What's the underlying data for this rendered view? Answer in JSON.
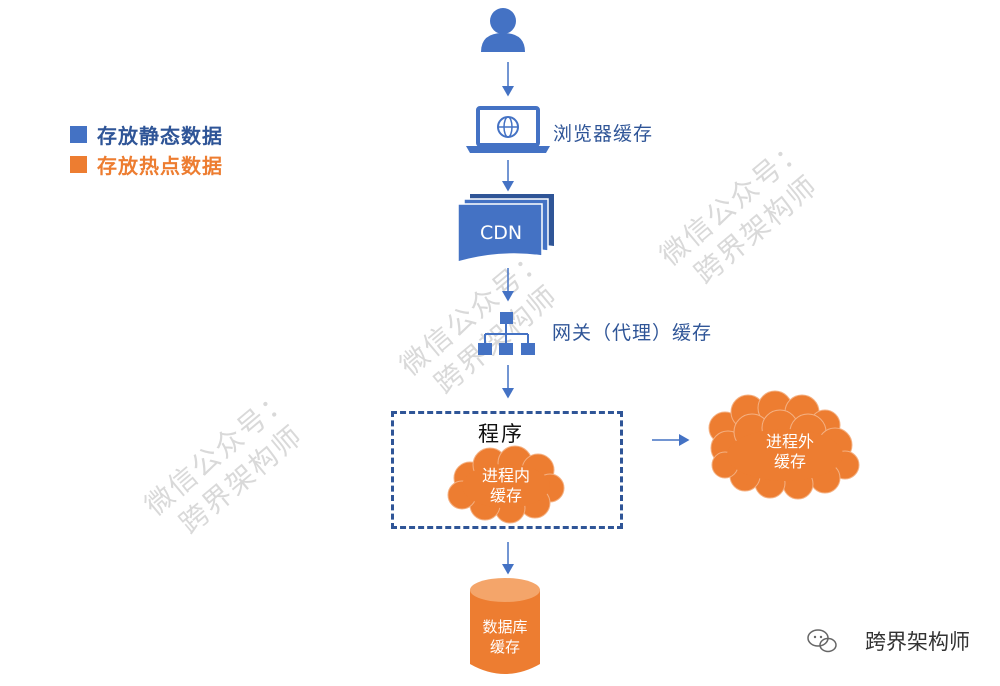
{
  "legend": {
    "static": {
      "label": "存放静态数据",
      "color": "#4472c4"
    },
    "hot": {
      "label": "存放热点数据",
      "color": "#ed7d31"
    }
  },
  "nodes": {
    "user": {
      "icon": "user-icon"
    },
    "browser": {
      "label": "浏览器缓存",
      "icon": "laptop-globe-icon"
    },
    "cdn": {
      "label": "CDN"
    },
    "gateway": {
      "label": "网关（代理）缓存",
      "icon": "hierarchy-icon"
    },
    "program": {
      "label": "程序"
    },
    "in_process": {
      "line1": "进程内",
      "line2": "缓存"
    },
    "out_process": {
      "line1": "进程外",
      "line2": "缓存"
    },
    "database": {
      "line1": "数据库",
      "line2": "缓存"
    }
  },
  "watermark": {
    "line1": "微信公众号：",
    "line2": "跨界架构师"
  },
  "footer": {
    "text": "跨界架构师",
    "icon": "wechat-icon"
  },
  "colors": {
    "blue": "#4472c4",
    "dark_blue": "#2f5597",
    "orange": "#ed7d31"
  }
}
